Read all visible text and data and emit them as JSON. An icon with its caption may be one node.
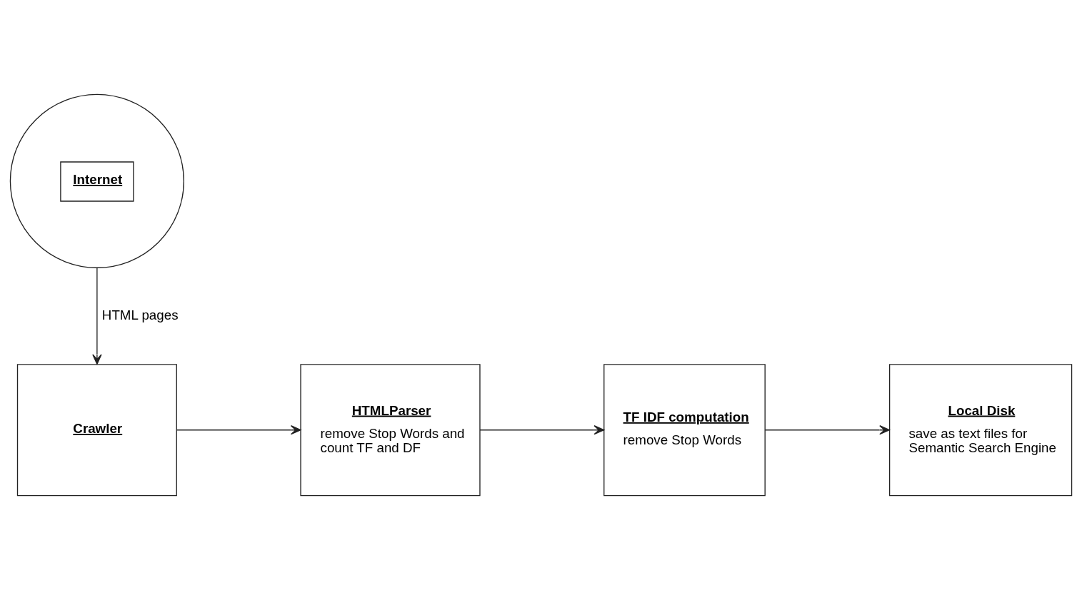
{
  "diagram": {
    "nodes": [
      {
        "text": [
          "Internet"
        ]
      },
      {
        "text": [
          "Crawler"
        ]
      },
      {
        "text": [
          "HTMLParser",
          "remove Stop Words and count TF and DF"
        ]
      },
      {
        "text": [
          "TF IDF computation",
          "remove Stop Words"
        ]
      },
      {
        "text": [
          "Local Disk",
          "save as text files for Semantic Search Engine"
        ]
      }
    ],
    "edges": [
      {
        "from": 0,
        "to": 1,
        "arrow": "to",
        "label": "HTML pages"
      },
      {
        "from": 1,
        "to": 2,
        "arrow": "to"
      },
      {
        "from": 2,
        "to": 3,
        "arrow": "to"
      },
      {
        "from": 3,
        "to": 4,
        "arrow": "to"
      }
    ]
  }
}
